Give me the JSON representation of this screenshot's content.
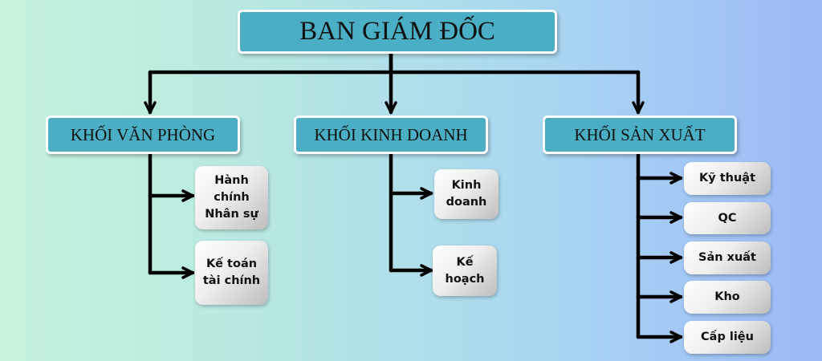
{
  "top": {
    "label": "BAN GIÁM ĐỐC"
  },
  "departments": [
    {
      "label": "KHỐI VĂN PHÒNG",
      "units": [
        "Hành\nchính\nNhân sự",
        "Kế toán\ntài chính"
      ]
    },
    {
      "label": "KHỐI KINH DOANH",
      "units": [
        "Kinh\ndoanh",
        "Kế\nhoạch"
      ]
    },
    {
      "label": "KHỐI SẢN XUẤT",
      "units": [
        "Kỹ thuật",
        "QC",
        "Sản xuất",
        "Kho",
        "Cấp liệu"
      ]
    }
  ],
  "colors": {
    "header_fill": "#4aaec4",
    "box_border": "#ffffff",
    "unit_fill": "#e6e6e6",
    "connector": "#000000"
  }
}
